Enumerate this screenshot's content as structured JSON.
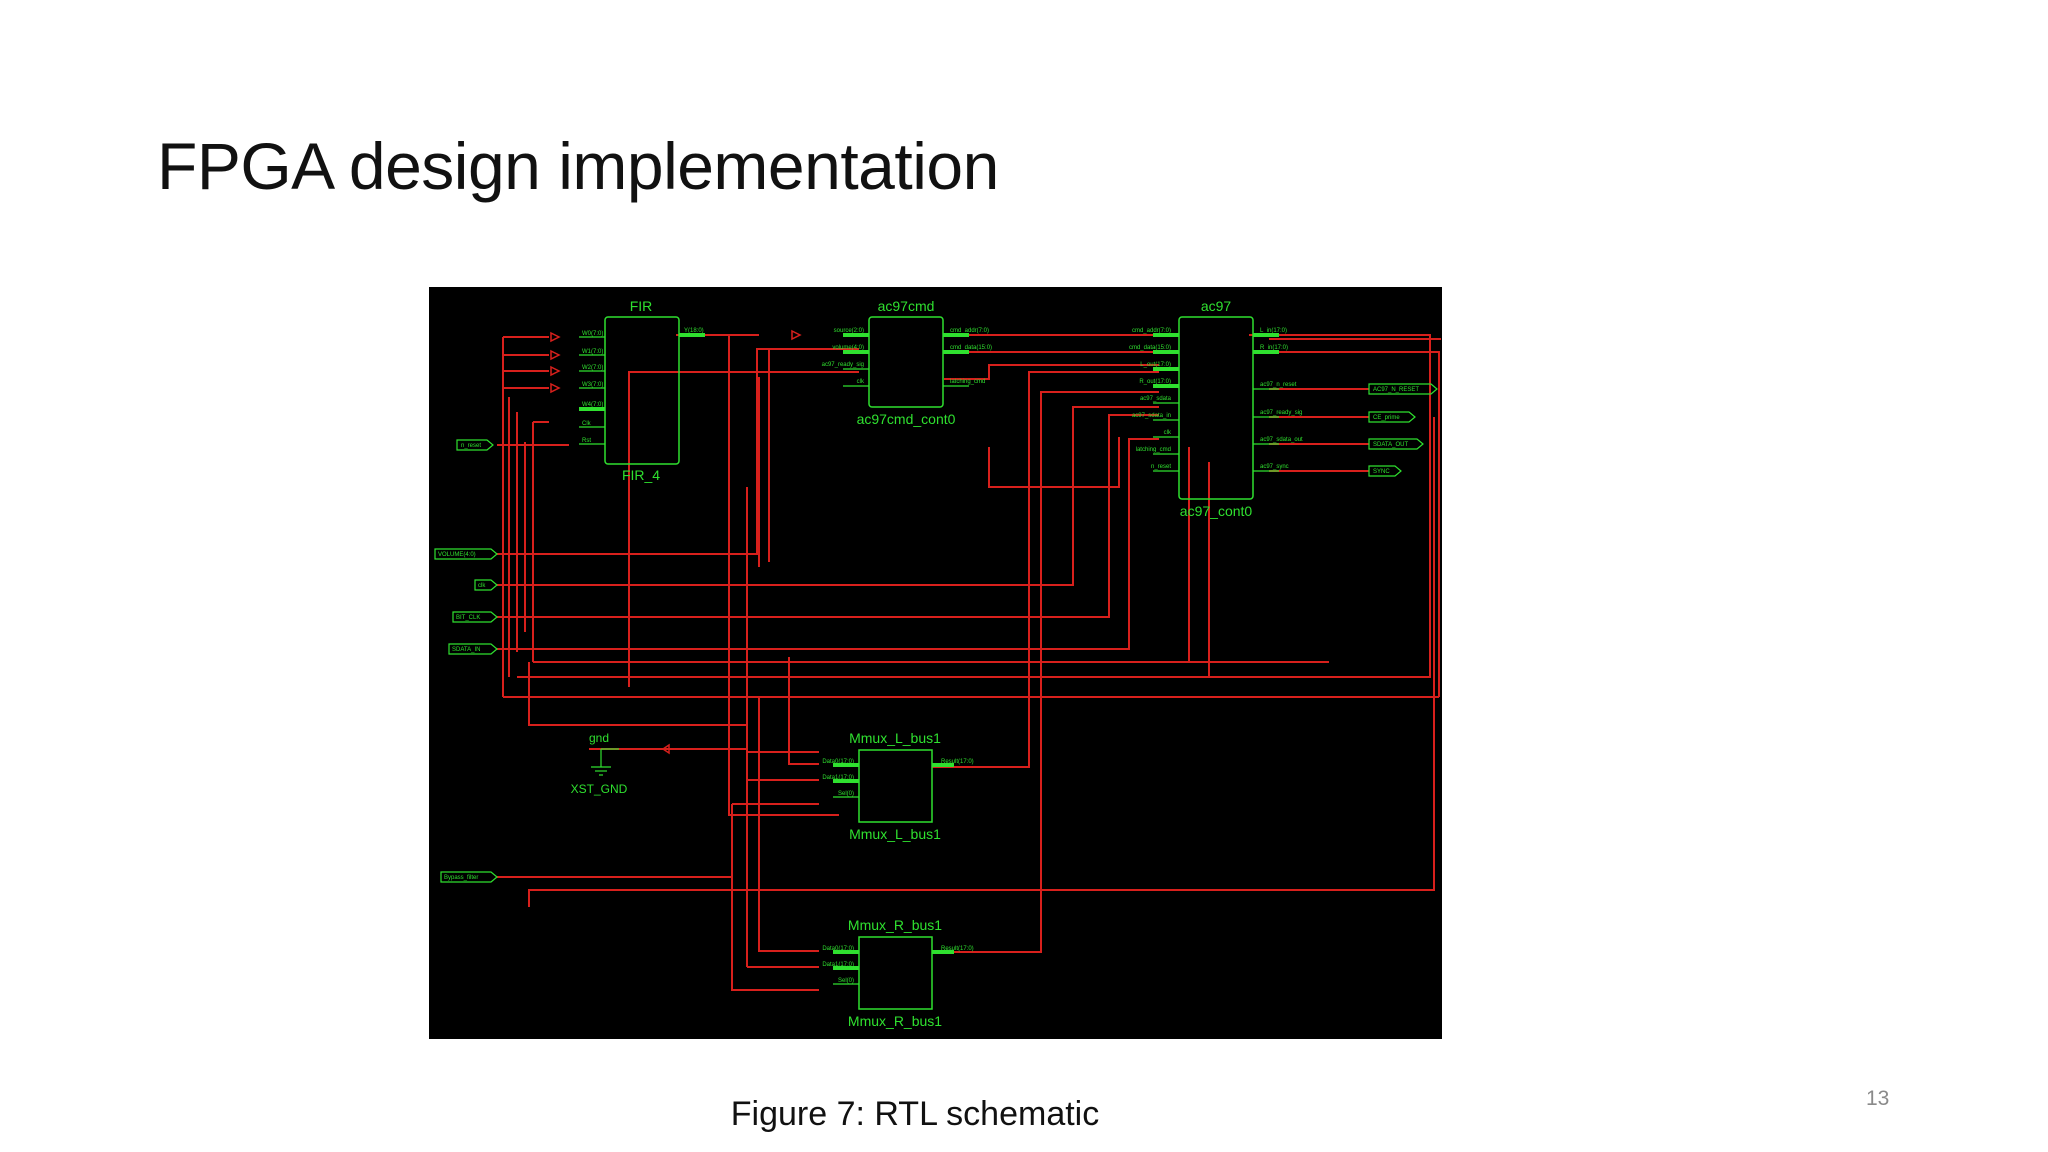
{
  "slide": {
    "title": "FPGA design implementation",
    "caption": "Figure 7: RTL schematic",
    "page_number": "13"
  },
  "schematic": {
    "blocks": {
      "fir": {
        "top": "FIR",
        "bottom": "FIR_4"
      },
      "ac97cmd": {
        "top": "ac97cmd",
        "bottom": "ac97cmd_cont0"
      },
      "ac97": {
        "top": "ac97",
        "bottom": "ac97_cont0"
      },
      "mux_l": {
        "top": "Mmux_L_bus1",
        "bottom": "Mmux_L_bus1"
      },
      "mux_r": {
        "top": "Mmux_R_bus1",
        "bottom": "Mmux_R_bus1"
      },
      "gnd": {
        "top": "gnd",
        "bottom": "XST_GND"
      }
    },
    "fir_pins_in": [
      "W0(7:0)",
      "W1(7:0)",
      "W2(7:0)",
      "W3(7:0)",
      "W4(7:0)",
      "Clk",
      "Rst"
    ],
    "fir_pin_out": "Y(18:0)",
    "ac97cmd_pins_in": [
      "source(2:0)",
      "volume(4:0)",
      "ac97_ready_sig",
      "clk"
    ],
    "ac97cmd_pins_out": [
      "cmd_addr(7:0)",
      "cmd_data(15:0)",
      "latching_cmd"
    ],
    "ac97_pins_in": [
      "cmd_addr(7:0)",
      "cmd_data(15:0)",
      "L_out(17:0)",
      "R_out(17:0)",
      "ac97_sdata",
      "ac97_sdata_in",
      "clk",
      "latching_cmd",
      "n_reset"
    ],
    "ac97_pins_out": [
      "L_in(17:0)",
      "R_in(17:0)",
      "ac97_n_reset",
      "ac97_ready_sig",
      "ac97_sdata_out",
      "ac97_sync"
    ],
    "mux_pins_in": [
      "Data0(17:0)",
      "Data1(17:0)",
      "Sel(0)"
    ],
    "mux_pin_out": "Result(17:0)",
    "input_ports": [
      "n_reset",
      "VOLUME(4:0)",
      "clk",
      "BIT_CLK",
      "SDATA_IN",
      "Bypass_filter"
    ],
    "output_ports": [
      "AC97_N_RESET",
      "CE_prime",
      "SDATA_OUT",
      "SYNC"
    ]
  }
}
